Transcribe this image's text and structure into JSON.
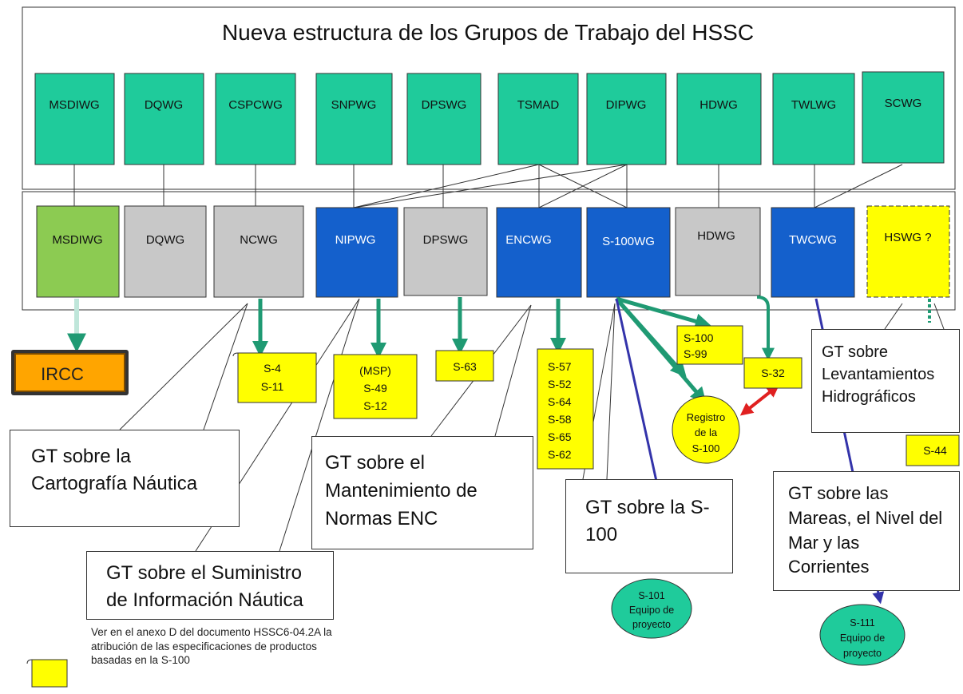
{
  "title": "Nueva estructura de los Grupos de Trabajo del HSSC",
  "top_groups": [
    "MSDIWG",
    "DQWG",
    "CSPCWG",
    "SNPWG",
    "DPSWG",
    "TSMAD",
    "DIPWG",
    "HDWG",
    "TWLWG",
    "SCWG"
  ],
  "new_groups": [
    "MSDIWG",
    "DQWG",
    "NCWG",
    "NIPWG",
    "DPSWG",
    "ENCWG",
    "S-100WG",
    "HDWG",
    "TWCWG",
    "HSWG ?"
  ],
  "ircc": "IRCC",
  "scrolls": {
    "ncwg": [
      "S-4",
      "S-11"
    ],
    "nipwg": [
      "(MSP)",
      "S-49",
      "S-12"
    ],
    "dpswg": [
      "S-63"
    ],
    "encwg": [
      "S-57",
      "S-52",
      "S-64",
      "S-58",
      "S-65",
      "S-62"
    ],
    "s100": [
      "S-100",
      "S-99"
    ],
    "s32": [
      "S-32"
    ],
    "s44": [
      "S-44"
    ]
  },
  "registro": [
    "Registro",
    "de la",
    "S-100"
  ],
  "ovals": {
    "s101": [
      "S-101",
      "Equipo de",
      "proyecto"
    ],
    "s111": [
      "S-111",
      "Equipo de",
      "proyecto"
    ]
  },
  "callouts": {
    "nc": "GT sobre la Cartografía Náutica",
    "nip": "GT sobre el Suministro de Información Náutica",
    "enc": "GT sobre el Mantenimiento de Normas ENC",
    "s100": "GT sobre la S-100",
    "tides": "GT sobre las Mareas, el Nivel del Mar y las Corrientes",
    "surveys": "GT sobre Levantamientos Hidrográficos"
  },
  "legend": "Ver en el anexo D del documento HSSC6-04.2A la atribución de las especificaciones de productos basadas en la S-100",
  "colors": {
    "teal": "#1FCB9B",
    "light_green": "#8CCB52",
    "gray": "#C8C8C8",
    "blue": "#1460CC",
    "yellow": "#FFFF00",
    "orange": "#FFA500",
    "arrow_green": "#1F9A73",
    "arrow_navy": "#3333AA",
    "arrow_red": "#E02020"
  }
}
